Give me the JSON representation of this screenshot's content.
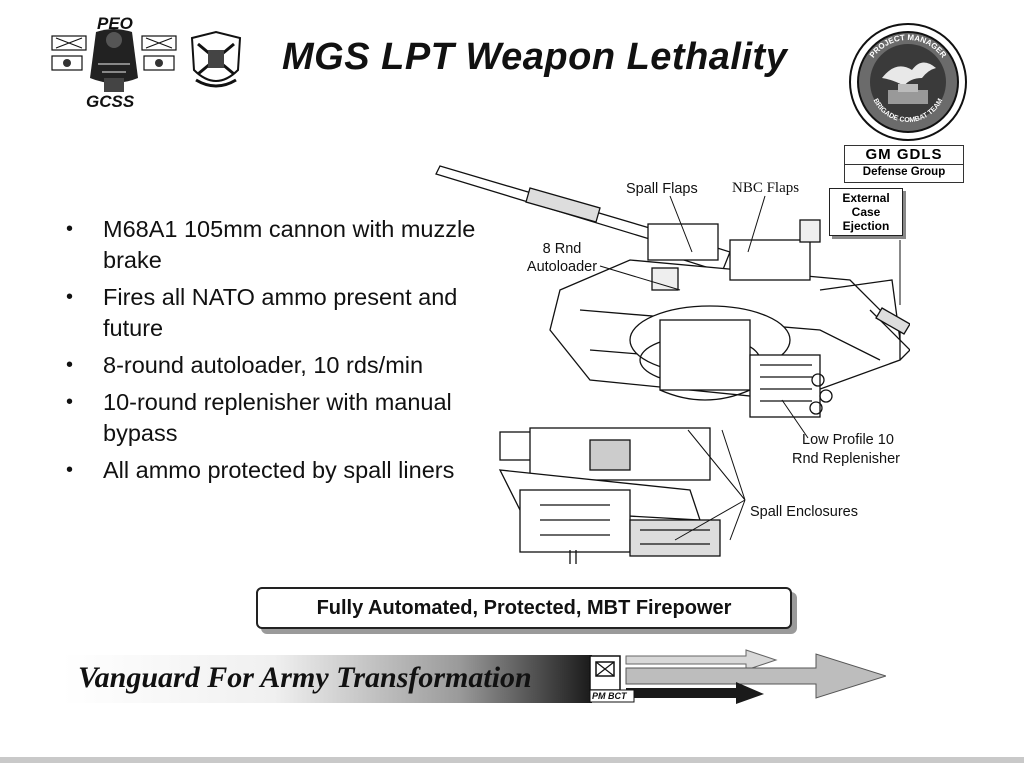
{
  "header": {
    "title": "MGS LPT Weapon Lethality",
    "peo_top": "PEO",
    "peo_bottom": "GCSS",
    "seal_top_text": "PROJECT MANAGER",
    "seal_bottom_text": "BRIGADE COMBAT TEAM",
    "gdls_top": "GM GDLS",
    "gdls_bottom": "Defense Group"
  },
  "bullets": [
    "M68A1 105mm cannon with muzzle brake",
    "Fires all NATO ammo present and future",
    "8-round autoloader, 10 rds/min",
    "10-round replenisher with manual bypass",
    "All ammo protected by spall liners"
  ],
  "diagram_labels": {
    "spall_flaps": "Spall Flaps",
    "nbc_flaps": "NBC Flaps",
    "external_case_ejection": "External Case Ejection",
    "autoloader": "8 Rnd Autoloader",
    "replenisher_line1": "Low Profile 10",
    "replenisher_line2": "Rnd Replenisher",
    "spall_enclosures": "Spall Enclosures"
  },
  "callout": "Fully Automated, Protected, MBT Firepower",
  "banner": {
    "text": "Vanguard For Army Transformation",
    "badge": "PM BCT"
  }
}
